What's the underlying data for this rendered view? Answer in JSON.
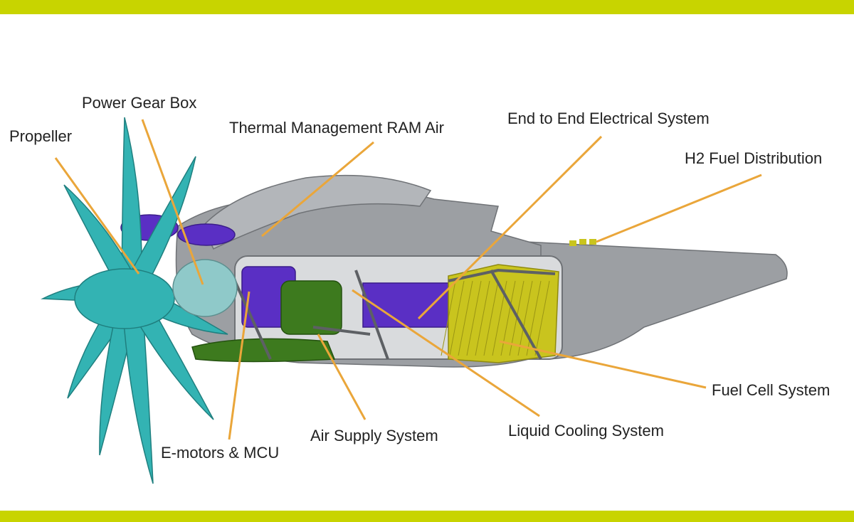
{
  "colors": {
    "frame_bar": "#c8d400",
    "leader_line": "#eaa63a",
    "propeller": "#33b3b3",
    "nacelle": "#9c9fa3",
    "electrical": "#5a2fc4",
    "air_supply": "#3d7a1e",
    "fuel_cell": "#c9c41e"
  },
  "labels": {
    "propeller": "Propeller",
    "power_gear_box": "Power Gear Box",
    "thermal_management": "Thermal Management RAM Air",
    "electrical_system": "End to End Electrical System",
    "h2_fuel": "H2 Fuel Distribution",
    "fuel_cell": "Fuel Cell System",
    "liquid_cooling": "Liquid Cooling System",
    "air_supply": "Air Supply System",
    "emotors": "E-motors & MCU"
  }
}
